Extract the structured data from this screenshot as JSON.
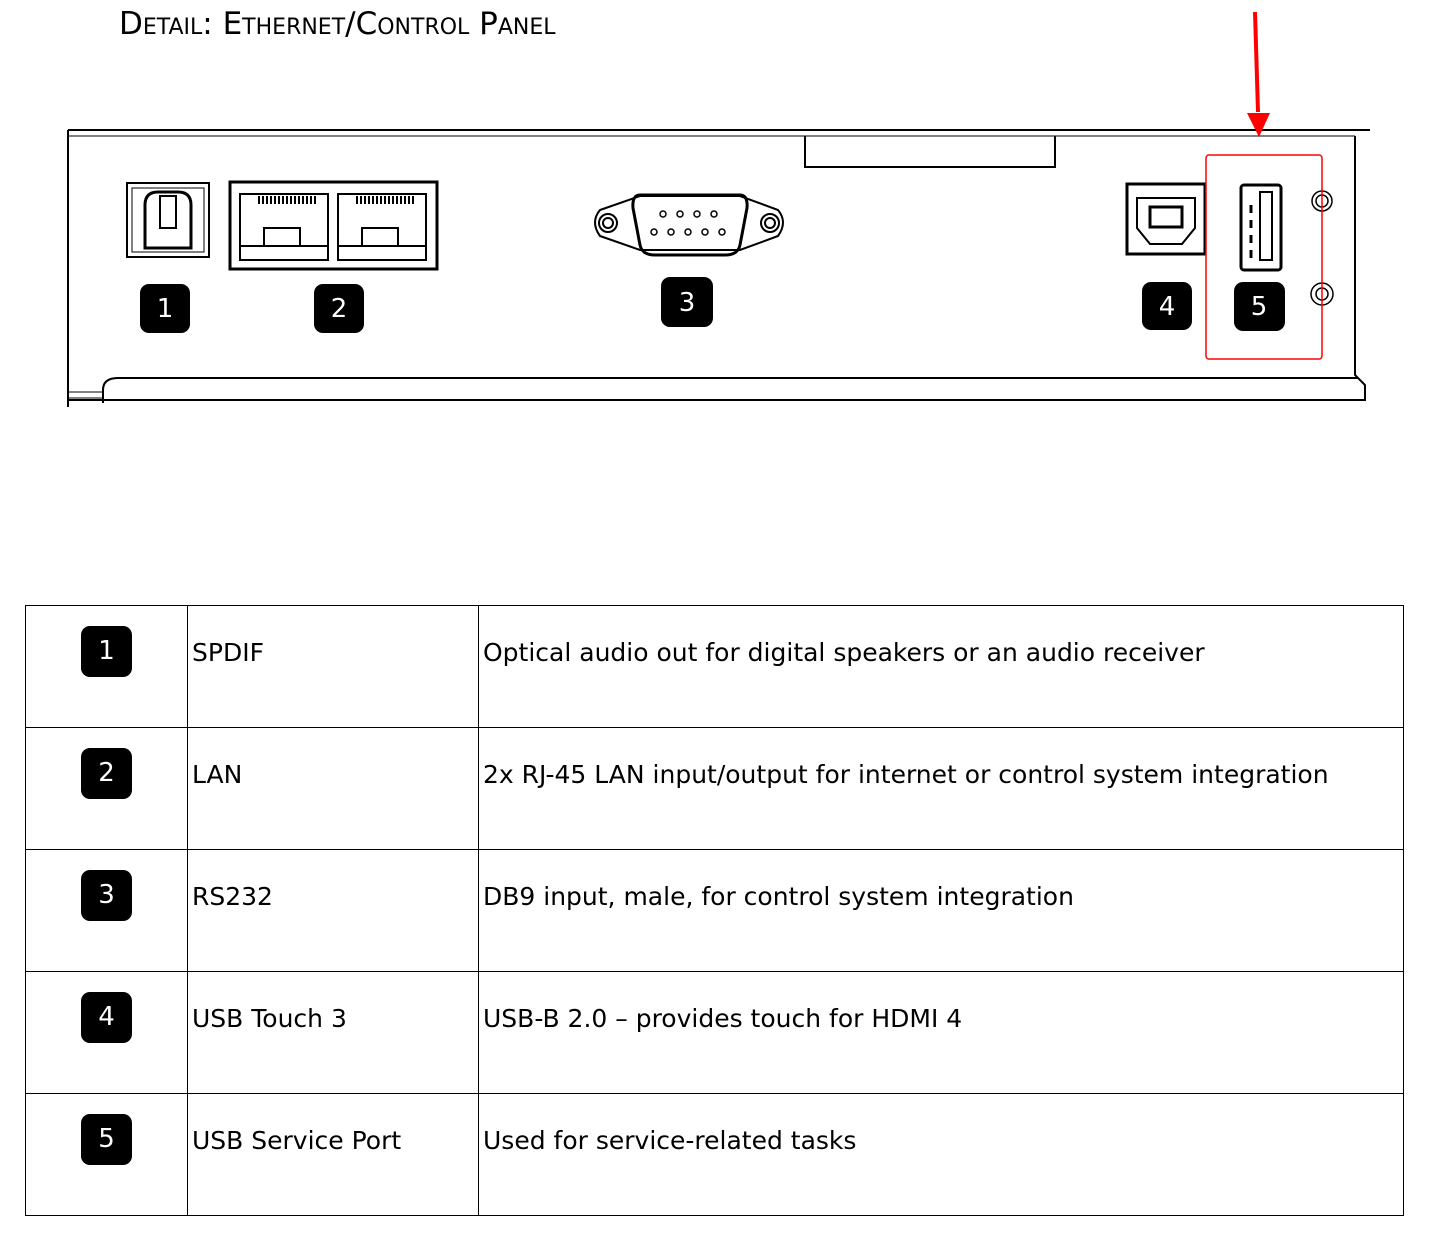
{
  "title": "Detail: Ethernet/Control Panel",
  "diagram": {
    "badges": [
      "1",
      "2",
      "3",
      "4",
      "5"
    ],
    "highlight_color": "#ff0000"
  },
  "table": {
    "rows": [
      {
        "num": "1",
        "name": "SPDIF",
        "description": "Optical audio out for digital speakers or an audio receiver"
      },
      {
        "num": "2",
        "name": "LAN",
        "description": "2x RJ-45 LAN input/output for internet or control system integration"
      },
      {
        "num": "3",
        "name": "RS232",
        "description": "DB9 input, male, for control system integration"
      },
      {
        "num": "4",
        "name": "USB Touch 3",
        "description": "USB-B 2.0 – provides touch for HDMI 4"
      },
      {
        "num": "5",
        "name": "USB Service Port",
        "description": "Used for service-related tasks"
      }
    ]
  }
}
